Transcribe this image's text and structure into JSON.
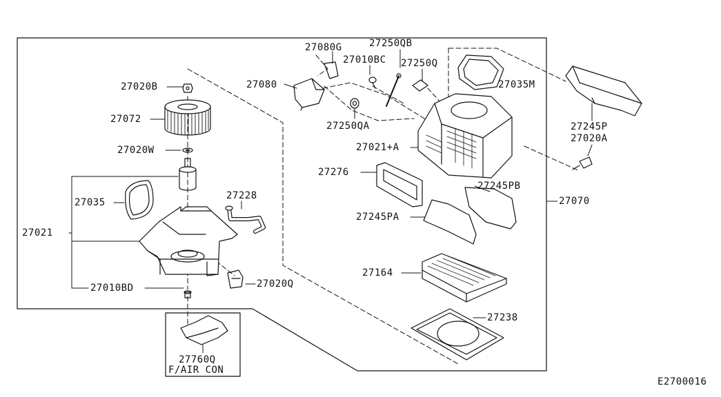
{
  "diagram": {
    "code": "E2700016",
    "note": "F/AIR CON",
    "parts": {
      "p27020B": "27020B",
      "p27072": "27072",
      "p27020W": "27020W",
      "p27035_left": "27035",
      "p27021": "27021",
      "p27010BD": "27010BD",
      "p27228": "27228",
      "p27020Q": "27020Q",
      "p27760Q": "27760Q",
      "p27080G": "27080G",
      "p27250QB": "27250QB",
      "p27010BC": "27010BC",
      "p27250Q": "27250Q",
      "p27080": "27080",
      "p27250QA": "27250QA",
      "p27035M": "27035M",
      "p27021A": "27021+A",
      "p27276": "27276",
      "p27245PB": "27245PB",
      "p27245PA": "27245PA",
      "p27070": "27070",
      "p27164": "27164",
      "p27238": "27238",
      "p27245P": "27245P",
      "p27020A": "27020A"
    }
  }
}
